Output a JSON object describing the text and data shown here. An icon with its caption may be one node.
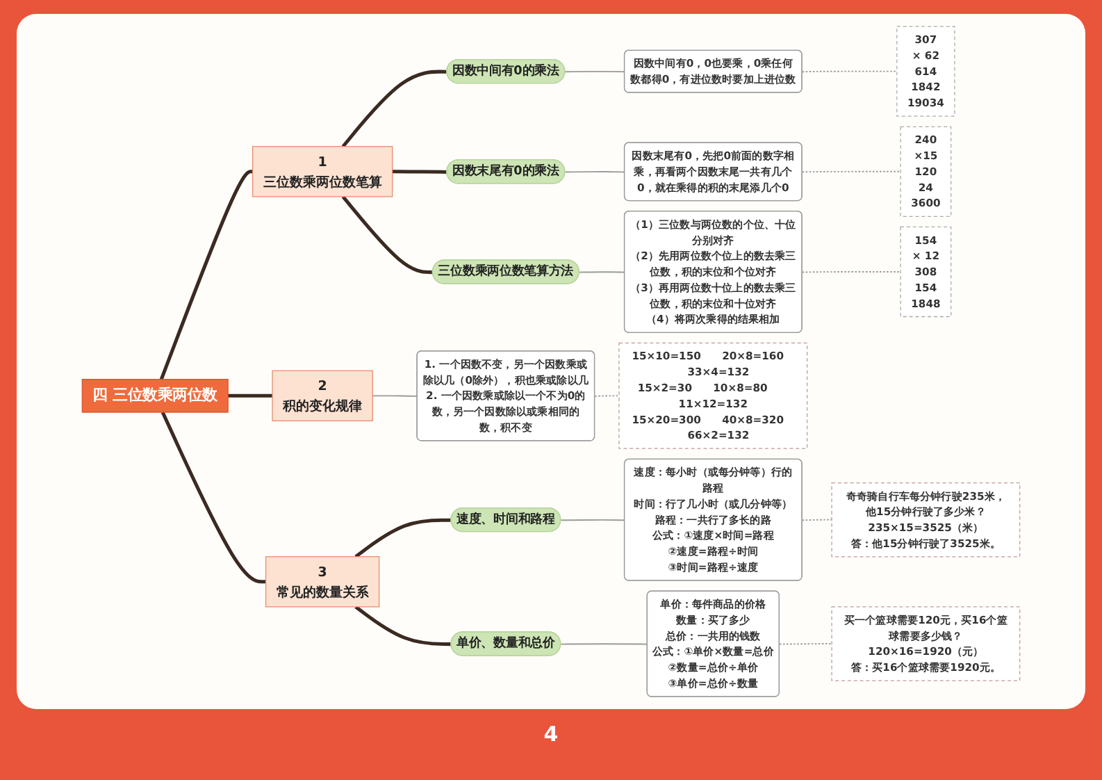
{
  "diagram": {
    "nodes": [
      {
        "text": [
          "四 三位数乘两位数"
        ]
      },
      {
        "text": [
          "1",
          "三位数乘两位数笔算"
        ]
      },
      {
        "text": [
          "因数中间有0的乘法"
        ]
      },
      {
        "text": [
          "因数中间有0，0也要乘，0乘任何数都得0，有进位数时要加上进位数"
        ]
      },
      {
        "text": [
          "307",
          "× 62",
          "614",
          "1842",
          "19034"
        ]
      },
      {
        "text": [
          "因数末尾有0的乘法"
        ]
      },
      {
        "text": [
          "因数末尾有0，先把0前面的数字相乘，再看两个因数末尾一共有几个0，就在乘得的积的末尾添几个0"
        ]
      },
      {
        "text": [
          "240",
          "×15",
          "120",
          "24",
          "3600"
        ]
      },
      {
        "text": [
          "三位数乘两位数笔算方法"
        ]
      },
      {
        "text": [
          "（1）三位数与两位数的个位、十位分别对齐",
          "（2）先用两位数个位上的数去乘三位数，积的末位和个位对齐",
          "（3）再用两位数十位上的数去乘三位数，积的末位和十位对齐",
          "（4）将两次乘得的结果相加"
        ]
      },
      {
        "text": [
          "154",
          "× 12",
          "308",
          "154",
          "1848"
        ]
      },
      {
        "text": [
          "2",
          "积的变化规律"
        ]
      },
      {
        "text": [
          "1. 一个因数不变，另一个因数乘或除以几（0除外），积也乘或除以几",
          "2. 一个因数乘或除以一个不为0的数，另一个因数除以或乘相同的数，积不变"
        ]
      },
      {
        "text": [
          "15×10=150",
          "20×8=160",
          "33×4=132",
          "15×2=30",
          "10×8=80",
          "11×12=132",
          "15×20=300",
          "40×8=320",
          "66×2=132"
        ]
      },
      {
        "text": [
          "3",
          "常见的数量关系"
        ]
      },
      {
        "text": [
          "速度、时间和路程"
        ]
      },
      {
        "text": [
          "速度：每小时（或每分钟等）行的路程",
          "时间：行了几小时（或几分钟等）",
          "路程：一共行了多长的路",
          "公式：①速度×时间=路程",
          "②速度=路程÷时间",
          "③时间=路程÷速度"
        ]
      },
      {
        "text": [
          "奇奇骑自行车每分钟行驶235米，他15分钟行驶了多少米？",
          "235×15=3525（米）",
          "答：他15分钟行驶了3525米。"
        ]
      },
      {
        "text": [
          "单价、数量和总价"
        ]
      },
      {
        "text": [
          "单价：每件商品的价格",
          "数量：买了多少",
          "总价：一共用的钱数",
          "公式：①单价×数量=总价",
          "②数量=总价÷单价",
          "③单价=总价÷数量"
        ]
      },
      {
        "text": [
          "买一个篮球需要120元，买16个篮球需要多少钱？",
          "120×16=1920（元）",
          "答：买16个篮球需要1920元。"
        ]
      }
    ],
    "edges": [
      {
        "from": 0,
        "to": 1,
        "arrow": "none",
        "style": "thick",
        "color": "#3b2a22"
      },
      {
        "from": 1,
        "to": 2,
        "arrow": "none",
        "style": "thick",
        "color": "#3b2a22"
      },
      {
        "from": 2,
        "to": 3,
        "arrow": "none"
      },
      {
        "from": 3,
        "to": 4,
        "arrow": "none",
        "style": "dashed"
      },
      {
        "from": 1,
        "to": 5,
        "arrow": "none",
        "style": "thick",
        "color": "#3b2a22"
      },
      {
        "from": 5,
        "to": 6,
        "arrow": "none"
      },
      {
        "from": 6,
        "to": 7,
        "arrow": "none",
        "style": "dashed"
      },
      {
        "from": 1,
        "to": 8,
        "arrow": "none",
        "style": "thick",
        "color": "#3b2a22"
      },
      {
        "from": 8,
        "to": 9,
        "arrow": "none"
      },
      {
        "from": 9,
        "to": 10,
        "arrow": "none",
        "style": "dashed"
      },
      {
        "from": 0,
        "to": 11,
        "arrow": "none",
        "style": "thick",
        "color": "#3b2a22"
      },
      {
        "from": 11,
        "to": 12,
        "arrow": "none"
      },
      {
        "from": 12,
        "to": 13,
        "arrow": "none",
        "style": "dashed"
      },
      {
        "from": 0,
        "to": 14,
        "arrow": "none",
        "style": "thick",
        "color": "#3b2a22"
      },
      {
        "from": 14,
        "to": 15,
        "arrow": "none",
        "style": "thick",
        "color": "#3b2a22"
      },
      {
        "from": 15,
        "to": 16,
        "arrow": "none"
      },
      {
        "from": 16,
        "to": 17,
        "arrow": "none",
        "style": "dashed"
      },
      {
        "from": 14,
        "to": 18,
        "arrow": "none",
        "style": "thick",
        "color": "#3b2a22"
      },
      {
        "from": 18,
        "to": 19,
        "arrow": "none"
      },
      {
        "from": 19,
        "to": 20,
        "arrow": "none",
        "style": "dashed"
      }
    ],
    "labels": [
      "4"
    ]
  }
}
